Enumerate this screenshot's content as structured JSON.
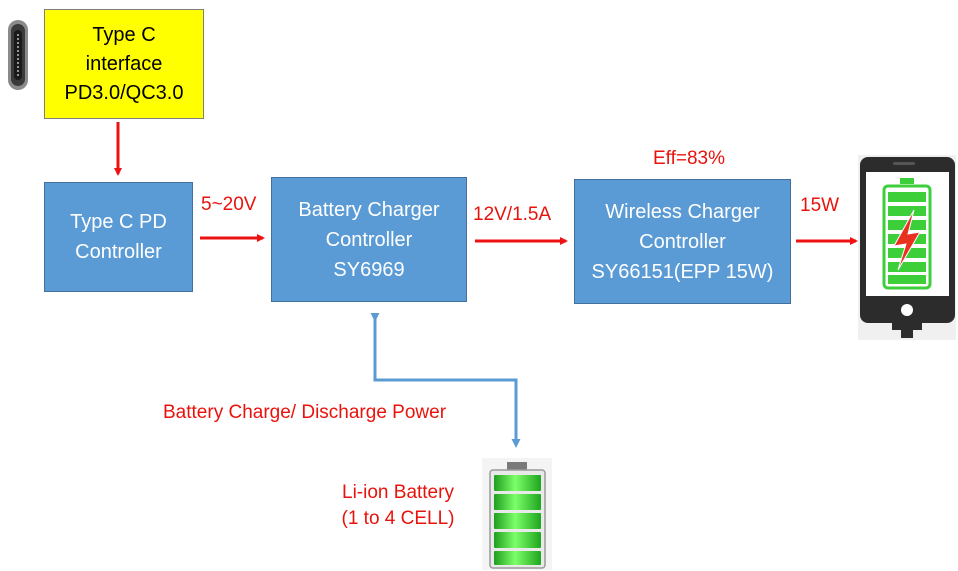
{
  "colors": {
    "box_fill": "#5b9bd5",
    "box_border": "#41719c",
    "interface_fill": "#ffff00",
    "label_red": "#e8130c",
    "arrow_red": "#ee1111",
    "arrow_blue": "#5b9bd5",
    "battery_green": "#3dcf3a"
  },
  "icons": {
    "connector": "usb-type-c-connector-icon",
    "phone": "smartphone-charging-icon",
    "battery": "li-ion-battery-icon"
  },
  "interface": {
    "lines": [
      "Type C",
      "interface",
      "PD3.0/QC3.0"
    ]
  },
  "blocks": {
    "pd_controller": {
      "lines": [
        "Type C PD",
        "Controller"
      ]
    },
    "battery_charger": {
      "lines": [
        "Battery Charger",
        "Controller",
        "SY6969"
      ]
    },
    "wireless_charger": {
      "lines": [
        "Wireless Charger",
        "Controller",
        "SY66151(EPP 15W)"
      ]
    }
  },
  "labels": {
    "voltage_in": "5~20V",
    "voltage_out": "12V/1.5A",
    "efficiency": "Eff=83%",
    "output_power": "15W",
    "battery_power": "Battery Charge/ Discharge Power",
    "battery_name": [
      "Li-ion Battery",
      "(1 to 4 CELL)"
    ]
  }
}
